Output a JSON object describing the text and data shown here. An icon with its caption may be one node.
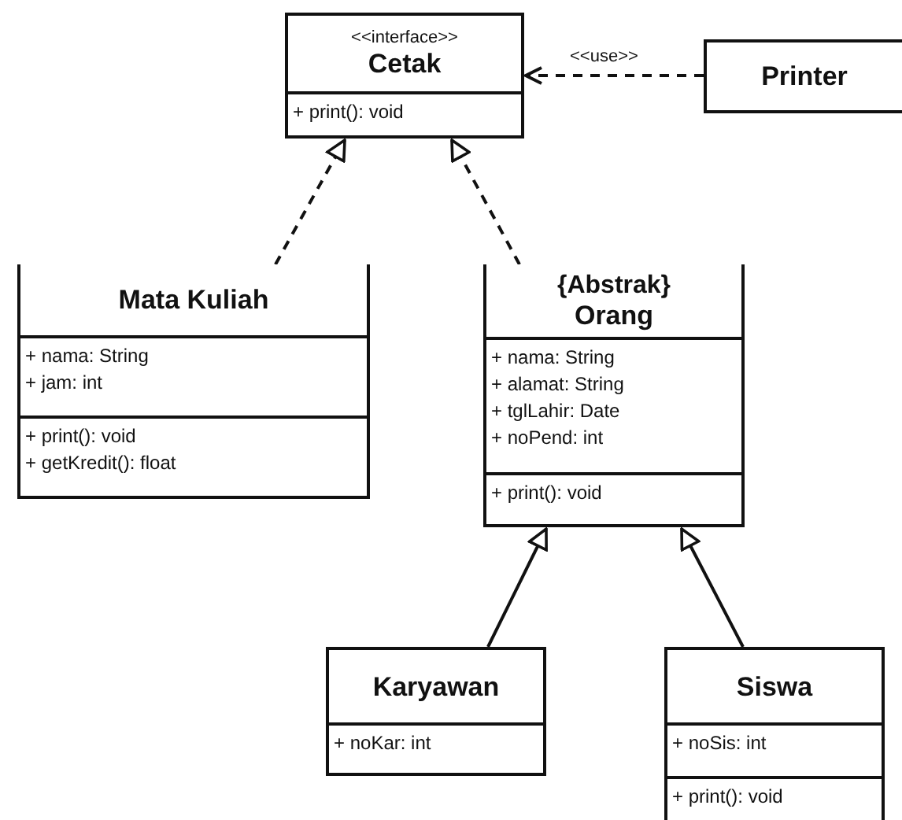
{
  "diagram": {
    "nodes": [
      {
        "text": [
          "<<interface>>",
          "Cetak",
          "+ print(): void"
        ]
      },
      {
        "text": [
          "Printer"
        ]
      },
      {
        "text": [
          "Mata Kuliah",
          "+ nama: String",
          "+ jam: int",
          "+ print(): void",
          "+ getKredit(): float"
        ]
      },
      {
        "text": [
          "{Abstrak}",
          "Orang",
          "+ nama: String",
          "+ alamat: String",
          "+ tglLahir: Date",
          "+ noPend: int",
          "+ print(): void"
        ]
      },
      {
        "text": [
          "Karyawan",
          "+ noKar: int"
        ]
      },
      {
        "text": [
          "Siswa",
          "+ noSis: int",
          "+ print(): void"
        ]
      }
    ],
    "edges": [
      {
        "from": 2,
        "to": 0,
        "arrow": "to",
        "style": "dashed"
      },
      {
        "from": 3,
        "to": 0,
        "arrow": "to",
        "style": "dashed"
      },
      {
        "from": 1,
        "to": 0,
        "arrow": "to",
        "style": "dashed",
        "label": "<<use>>"
      },
      {
        "from": 4,
        "to": 3,
        "arrow": "to"
      },
      {
        "from": 5,
        "to": 3,
        "arrow": "to"
      }
    ]
  }
}
